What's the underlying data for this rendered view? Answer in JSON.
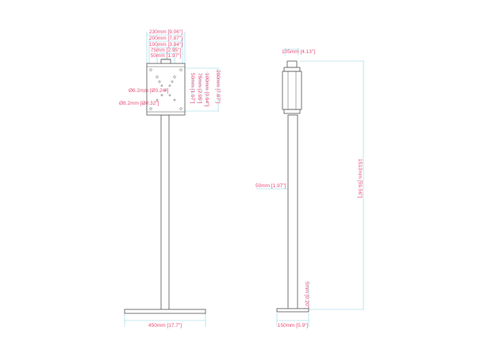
{
  "front_view": {
    "width_dims": [
      "230mm [9.06\"]",
      "200mm [7.87\"]",
      "100mm [3.94\"]",
      "75mm [2.95\"]",
      "50mm [1.97\"]"
    ],
    "height_dims": [
      "50mm [1.97\"]",
      "75mm [2.95\"]",
      "100mm [3.94\"]",
      "200mm [7.87\"]"
    ],
    "hole_small": "Ø6.2mm [Ø0.24\"]",
    "hole_large": "Ø8.2mm [Ø0.32\"]",
    "base_width": "450mm [17.7\"]"
  },
  "side_view": {
    "bracket_width": "105mm [4.13\"]",
    "total_height": "1513mm [59.56\"]",
    "pole_width": "50mm [1.97\"]",
    "base_thickness": "5mm [0.20\"]",
    "base_depth": "150mm [5.9\"]"
  },
  "colors": {
    "label": "#e8507a",
    "dimension_line": "#8fd3e6",
    "outline": "#555555"
  }
}
